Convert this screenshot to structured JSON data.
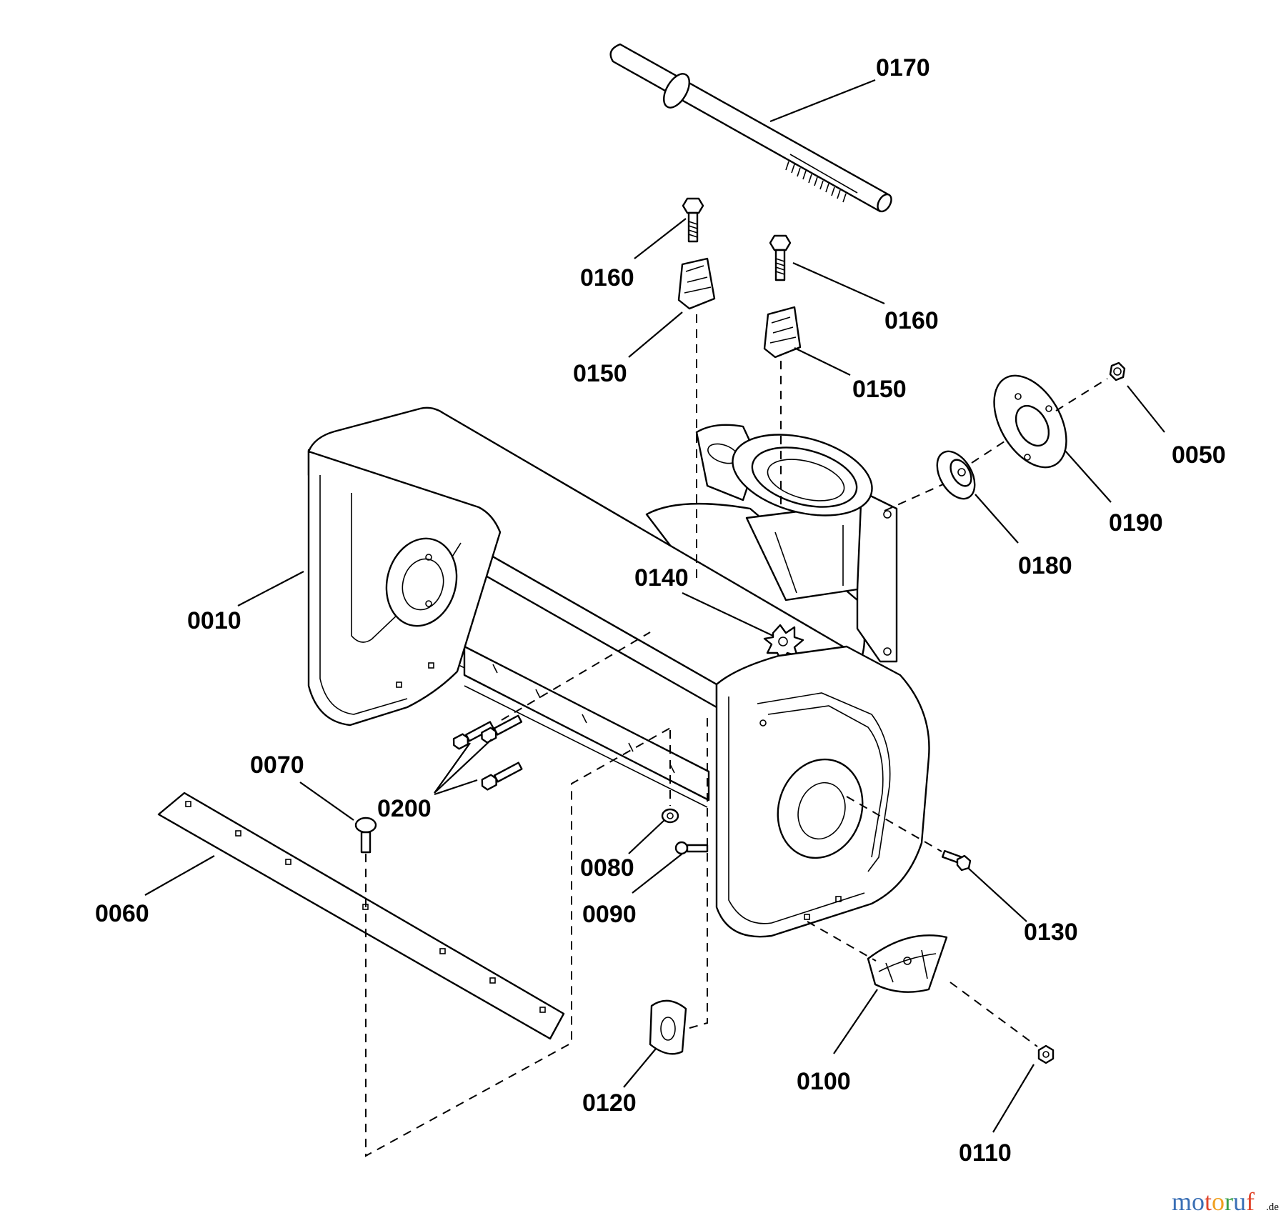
{
  "diagram": {
    "part_numbers": {
      "p0170": "0170",
      "p0160a": "0160",
      "p0160b": "0160",
      "p0150a": "0150",
      "p0150b": "0150",
      "p0050": "0050",
      "p0190": "0190",
      "p0180": "0180",
      "p0140": "0140",
      "p0010": "0010",
      "p0070": "0070",
      "p0200": "0200",
      "p0060": "0060",
      "p0080": "0080",
      "p0090": "0090",
      "p0130": "0130",
      "p0100": "0100",
      "p0120": "0120",
      "p0110": "0110"
    }
  },
  "watermark": {
    "letters": [
      "m",
      "o",
      "t",
      "o",
      "r",
      "u",
      "f"
    ],
    "letter_colors": [
      "#3a6fb5",
      "#3a6fb5",
      "#e0452b",
      "#f0a020",
      "#3aa04a",
      "#3a6fb5",
      "#e0452b"
    ],
    "tld": ".de"
  }
}
